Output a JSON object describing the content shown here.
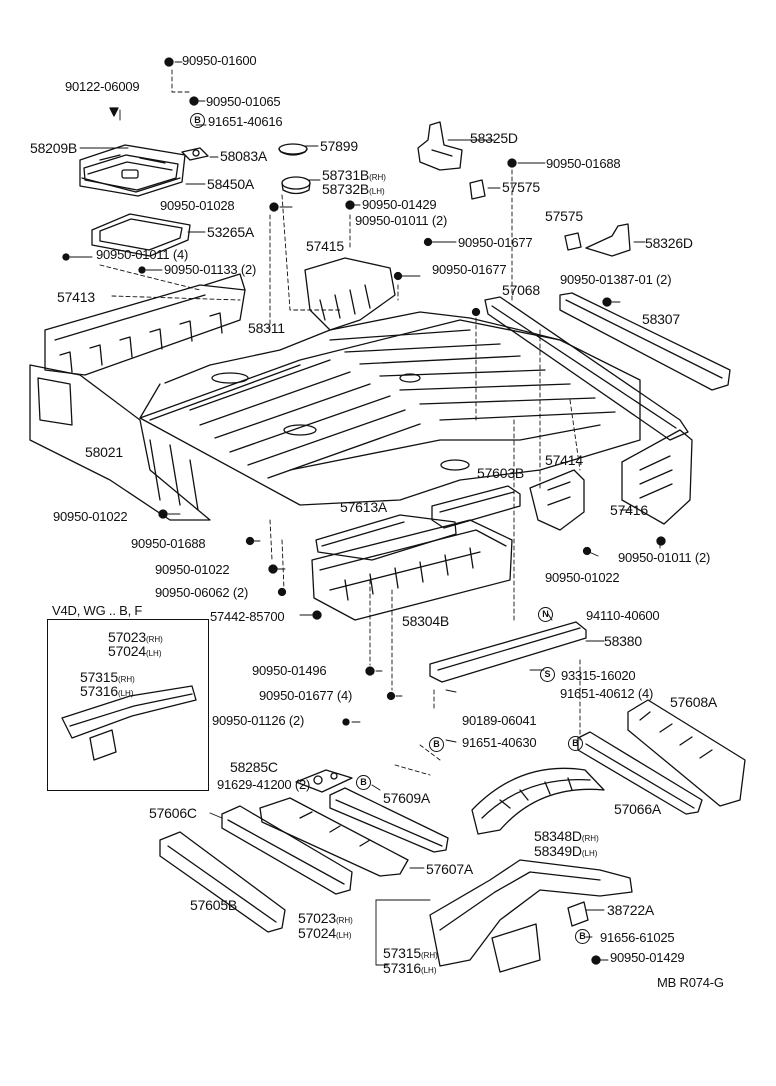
{
  "labels": {
    "l_9095001600": "90950-01600",
    "l_9012206009": "90122-06009",
    "l_9095001065": "90950-01065",
    "l_9165140616": "91651-40616",
    "l_58209B": "58209B",
    "l_58083A": "58083A",
    "l_57899": "57899",
    "l_58450A": "58450A",
    "l_58325D": "58325D",
    "l_9095001688a": "90950-01688",
    "l_58731B": "58731B",
    "l_58732B": "58732B",
    "l_57575a": "57575",
    "l_9095001429a": "90950-01429",
    "l_9095001028": "90950-01028",
    "l_9095001011a": "90950-01011 (2)",
    "l_57575b": "57575",
    "l_53265A": "53265A",
    "l_57415": "57415",
    "l_9095001677a": "90950-01677",
    "l_58326D": "58326D",
    "l_9095001011b": "90950-01011 (4)",
    "l_9095001133": "90950-01133 (2)",
    "l_9095001677b": "90950-01677",
    "l_9095001387": "90950-01387-01 (2)",
    "l_57413": "57413",
    "l_57068": "57068",
    "l_58311": "58311",
    "l_58307": "58307",
    "l_57414": "57414",
    "l_58021": "58021",
    "l_57603B": "57603B",
    "l_57613A": "57613A",
    "l_57416": "57416",
    "l_9095001022a": "90950-01022",
    "l_9095001688b": "90950-01688",
    "l_9095001011c": "90950-01011 (2)",
    "l_9095001022b": "90950-01022",
    "l_9095001022c": "90950-01022",
    "l_9095006062": "90950-06062 (2)",
    "l_V4D": "V4D, WG .. B, F",
    "l_5744285700": "57442-85700",
    "l_58304B": "58304B",
    "l_9411040600": "94110-40600",
    "l_57023a": "57023",
    "l_57024a": "57024",
    "l_58380": "58380",
    "l_57315a": "57315",
    "l_57316a": "57316",
    "l_9095001496": "90950-01496",
    "l_9331516020": "93315-16020",
    "l_9095001677c": "90950-01677 (4)",
    "l_9165140612": "91651-40612 (4)",
    "l_57608A": "57608A",
    "l_9018906041": "90189-06041",
    "l_9095001126": "90950-01126 (2)",
    "l_9165140630": "91651-40630",
    "l_58285C": "58285C",
    "l_9162941200": "91629-41200 (2)",
    "l_57609A": "57609A",
    "l_57066A": "57066A",
    "l_57606C": "57606C",
    "l_58348D": "58348D",
    "l_58349D": "58349D",
    "l_57607A": "57607A",
    "l_57605B": "57605B",
    "l_38722A": "38722A",
    "l_57023b": "57023",
    "l_57024b": "57024",
    "l_9165661025": "91656-61025",
    "l_57315b": "57315",
    "l_57316b": "57316",
    "l_9095001429b": "90950-01429",
    "l_code": "MB R074-G"
  },
  "suffixes": {
    "rh": "(RH)",
    "lh": "(LH)"
  },
  "markers": {
    "b": "B",
    "n": "N",
    "s": "S"
  },
  "colors": {
    "ink": "#111111",
    "background": "#ffffff"
  }
}
